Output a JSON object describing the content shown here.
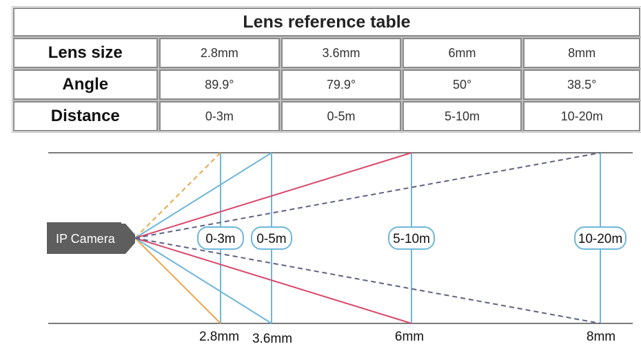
{
  "table": {
    "title": "Lens reference table",
    "rows": [
      {
        "header": "Lens size",
        "values": [
          "2.8mm",
          "3.6mm",
          "6mm",
          "8mm"
        ]
      },
      {
        "header": "Angle",
        "values": [
          "89.9°",
          "79.9°",
          "50°",
          "38.5°"
        ]
      },
      {
        "header": "Distance",
        "values": [
          "0-3m",
          "0-5m",
          "5-10m",
          "10-20m"
        ]
      }
    ]
  },
  "diagram": {
    "camera_label": "IP Camera",
    "lenses": [
      {
        "name": "2.8mm",
        "distance": "0-3m",
        "color": "#e8a64a",
        "dashed_top": true,
        "dashed_bottom": false
      },
      {
        "name": "3.6mm",
        "distance": "0-5m",
        "color": "#6db6d9",
        "dashed_top": false,
        "dashed_bottom": false
      },
      {
        "name": "6mm",
        "distance": "5-10m",
        "color": "#d9486a",
        "dashed_top": false,
        "dashed_bottom": false
      },
      {
        "name": "8mm",
        "distance": "10-20m",
        "color": "#5c6180",
        "dashed_top": true,
        "dashed_bottom": true
      }
    ],
    "colors": {
      "rule": "#7a7a7a",
      "camera": "#5e5e5e",
      "divider": "#6db6d9"
    }
  }
}
